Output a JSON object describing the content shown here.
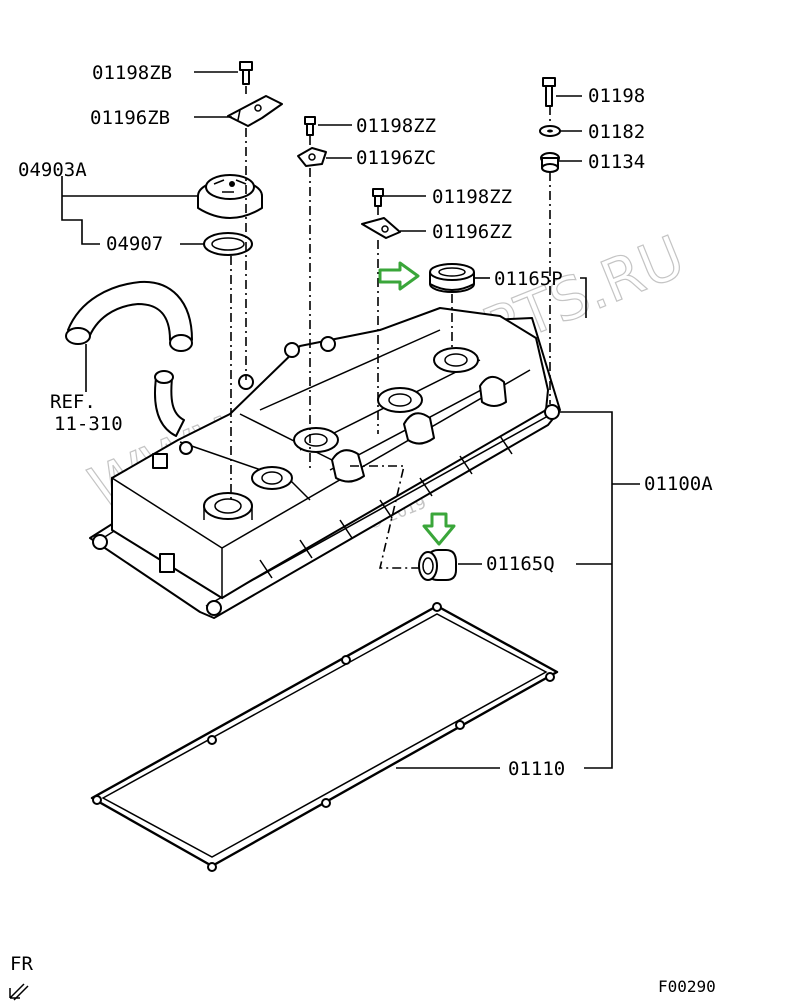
{
  "watermark": {
    "main": "WWW.JAPANPARTS.RU",
    "sub": "© 2019"
  },
  "callouts": {
    "c01198ZB": "01198ZB",
    "c01196ZB": "01196ZB",
    "c04903A": "04903A",
    "c04907": "04907",
    "c01198ZZ_a": "01198ZZ",
    "c01196ZC": "01196ZC",
    "c01198ZZ_b": "01198ZZ",
    "c01196ZZ": "01196ZZ",
    "c01165P": "01165P",
    "c01198": "01198",
    "c01182": "01182",
    "c01134": "01134",
    "c01100A": "01100A",
    "c01165Q": "01165Q",
    "c01110": "01110"
  },
  "ref": {
    "line1": "REF.",
    "line2": "11-310"
  },
  "orientation": "FR",
  "figure_code": "F00290",
  "highlight_color": "#3aa63a"
}
